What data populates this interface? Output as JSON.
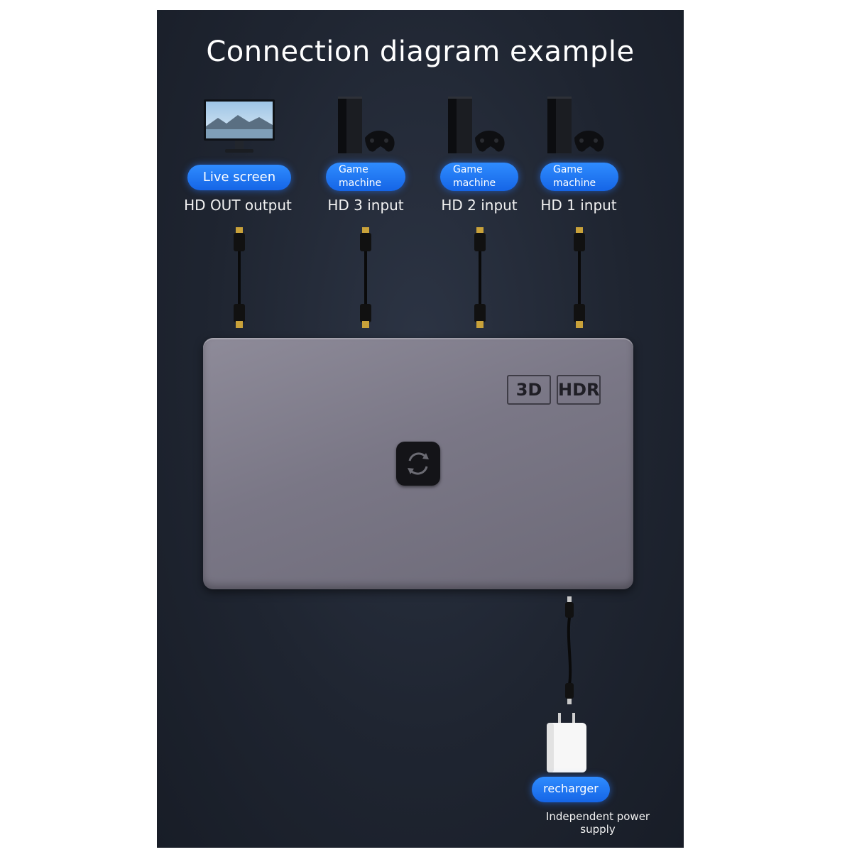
{
  "title": "Connection diagram example",
  "devices": [
    {
      "pill": "Live screen",
      "port": "HD OUT output"
    },
    {
      "pill_line1": "Game",
      "pill_line2": "machine",
      "port": "HD 3 input"
    },
    {
      "pill_line1": "Game",
      "pill_line2": "machine",
      "port": "HD 2 input"
    },
    {
      "pill_line1": "Game",
      "pill_line2": "machine",
      "port": "HD 1 input"
    }
  ],
  "switch": {
    "badge_3d": "3D",
    "badge_hdr": "HDR"
  },
  "power": {
    "pill": "recharger",
    "caption": "Independent power supply"
  },
  "colors": {
    "panel": "#1f2531",
    "pill": "#1f78ff",
    "switch_body": "#7a7786"
  },
  "icons": [
    "monitor-icon",
    "game-console-icon",
    "switch-cycle-icon",
    "power-adapter-icon",
    "hdmi-cable-icon",
    "usb-cable-icon"
  ]
}
